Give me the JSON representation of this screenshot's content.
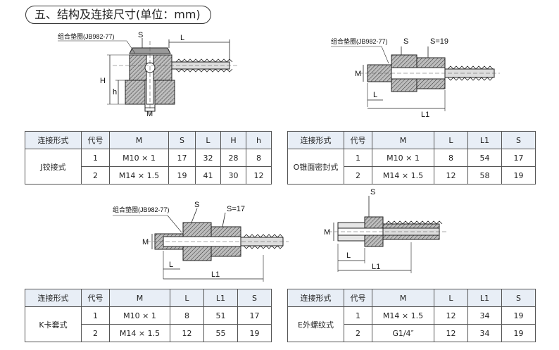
{
  "title": "五、结构及连接尺寸(单位：mm)",
  "figures": {
    "j": {
      "washer": "组合垫圈(JB982-77)",
      "S": "S",
      "L": "L",
      "H": "H",
      "h": "h",
      "M": "M"
    },
    "o": {
      "washer": "组合垫圈(JB982-77)",
      "S": "S",
      "S19": "S=19",
      "M": "M",
      "L": "L",
      "L1": "L1"
    },
    "k": {
      "washer": "组合垫圈(JB982-77)",
      "S": "S",
      "S17": "S=17",
      "M": "M",
      "L": "L",
      "L1": "L1"
    },
    "e": {
      "S": "S",
      "M": "M",
      "L": "L",
      "L1": "L1"
    }
  },
  "tables": {
    "j": {
      "headers": [
        "连接形式",
        "代号",
        "M",
        "S",
        "L",
        "H",
        "h"
      ],
      "kind": "J铰接式",
      "rows": [
        [
          "1",
          "M10 × 1",
          "17",
          "32",
          "28",
          "8"
        ],
        [
          "2",
          "M14 × 1.5",
          "19",
          "41",
          "30",
          "12"
        ]
      ]
    },
    "o": {
      "headers": [
        "连接形式",
        "代号",
        "M",
        "L",
        "L1",
        "S"
      ],
      "kind": "O锥面密封式",
      "rows": [
        [
          "1",
          "M10 × 1",
          "8",
          "54",
          "17"
        ],
        [
          "2",
          "M14 × 1.5",
          "12",
          "58",
          "19"
        ]
      ]
    },
    "k": {
      "headers": [
        "连接形式",
        "代号",
        "M",
        "L",
        "L1",
        "S"
      ],
      "kind": "K卡套式",
      "rows": [
        [
          "1",
          "M10 × 1",
          "8",
          "51",
          "17"
        ],
        [
          "2",
          "M14 × 1.5",
          "12",
          "55",
          "19"
        ]
      ]
    },
    "e": {
      "headers": [
        "连接形式",
        "代号",
        "M",
        "L",
        "L1",
        "S"
      ],
      "kind": "E外螺纹式",
      "rows": [
        [
          "1",
          "M14 × 1.5",
          "12",
          "34",
          "19"
        ],
        [
          "2",
          "G1/4″",
          "12",
          "34",
          "19"
        ]
      ]
    }
  }
}
